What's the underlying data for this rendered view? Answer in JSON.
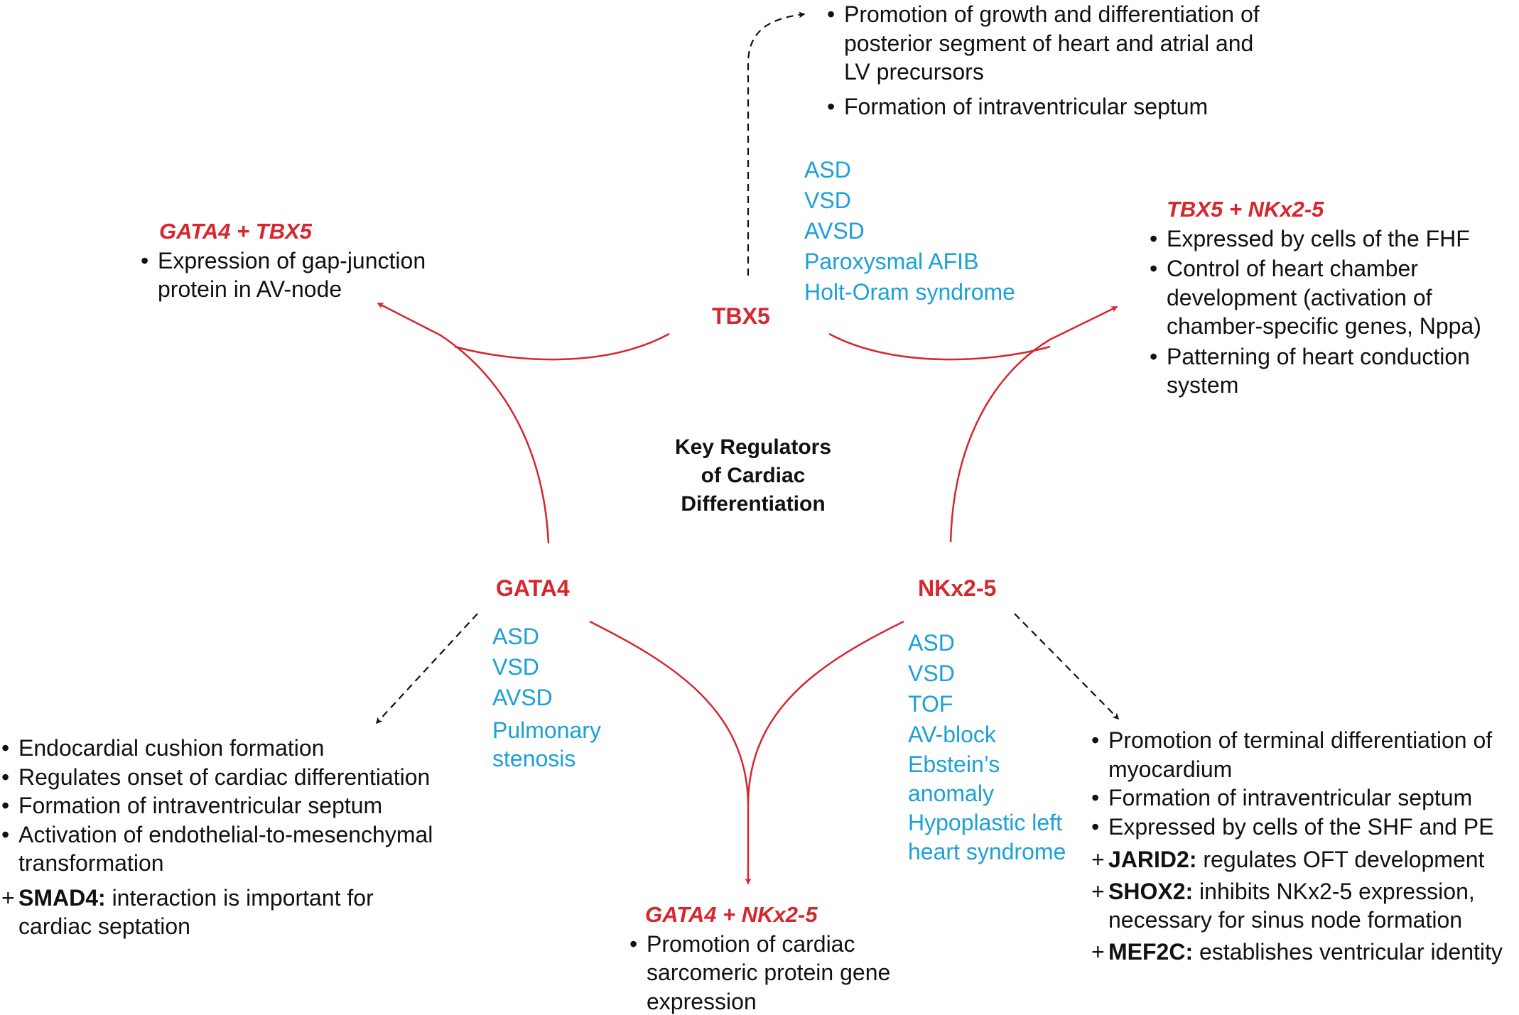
{
  "center_title": [
    "Key Regulators",
    "of Cardiac",
    "Differentiation"
  ],
  "genes": {
    "tbx5": {
      "label": "TBX5",
      "diseases": [
        "ASD",
        "VSD",
        "AVSD",
        "Paroxysmal AFIB",
        "Holt-Oram syndrome"
      ],
      "functions": [
        [
          "Promotion of growth and differentiation of",
          "posterior segment of heart and atrial and",
          "LV precursors"
        ],
        [
          "Formation of intraventricular septum"
        ]
      ]
    },
    "gata4": {
      "label": "GATA4",
      "diseases": [
        "ASD",
        "VSD",
        "AVSD",
        "Pulmonary",
        "stenosis"
      ],
      "functions": [
        [
          "Endocardial cushion formation"
        ],
        [
          "Regulates onset of cardiac differentiation"
        ],
        [
          "Formation of intraventricular septum"
        ],
        [
          "Activation of endothelial-to-mesenchymal",
          "transformation"
        ]
      ],
      "interactions": [
        {
          "name": "SMAD4:",
          "text": [
            "interaction is important for",
            "cardiac septation"
          ]
        }
      ]
    },
    "nkx25": {
      "label": "NKx2-5",
      "diseases": [
        "ASD",
        "VSD",
        "TOF",
        "AV-block",
        "Ebstein’s",
        "anomaly",
        "Hypoplastic left",
        "heart syndrome"
      ],
      "functions": [
        [
          "Promotion of terminal differentiation of",
          "myocardium"
        ],
        [
          "Formation of intraventricular septum"
        ],
        [
          "Expressed by cells of the SHF and PE"
        ]
      ],
      "interactions": [
        {
          "name": "JARID2:",
          "text": [
            "regulates OFT development"
          ]
        },
        {
          "name": "SHOX2:",
          "text": [
            "inhibits NKx2-5 expression,",
            "necessary for sinus node formation"
          ]
        },
        {
          "name": "MEF2C:",
          "text": [
            "establishes ventricular identity"
          ]
        }
      ]
    }
  },
  "combos": {
    "gata4_tbx5": {
      "title": "GATA4 + TBX5",
      "items": [
        [
          "Expression of gap-junction",
          "protein in AV-node"
        ]
      ]
    },
    "tbx5_nkx25": {
      "title": "TBX5 + NKx2-5",
      "items": [
        [
          "Expressed by cells of the FHF"
        ],
        [
          "Control of heart chamber",
          "development (activation of",
          "chamber-specific genes, Nppa)"
        ],
        [
          "Patterning of heart conduction",
          "system"
        ]
      ]
    },
    "gata4_nkx25": {
      "title": "GATA4 + NKx2-5",
      "items": [
        [
          "Promotion of cardiac",
          "sarcomeric protein gene",
          "expression"
        ]
      ]
    }
  },
  "colors": {
    "gene_red": "#d6262e",
    "disease_blue": "#1ba0d8",
    "text": "#111111",
    "dashed_arrow": "#111111"
  }
}
